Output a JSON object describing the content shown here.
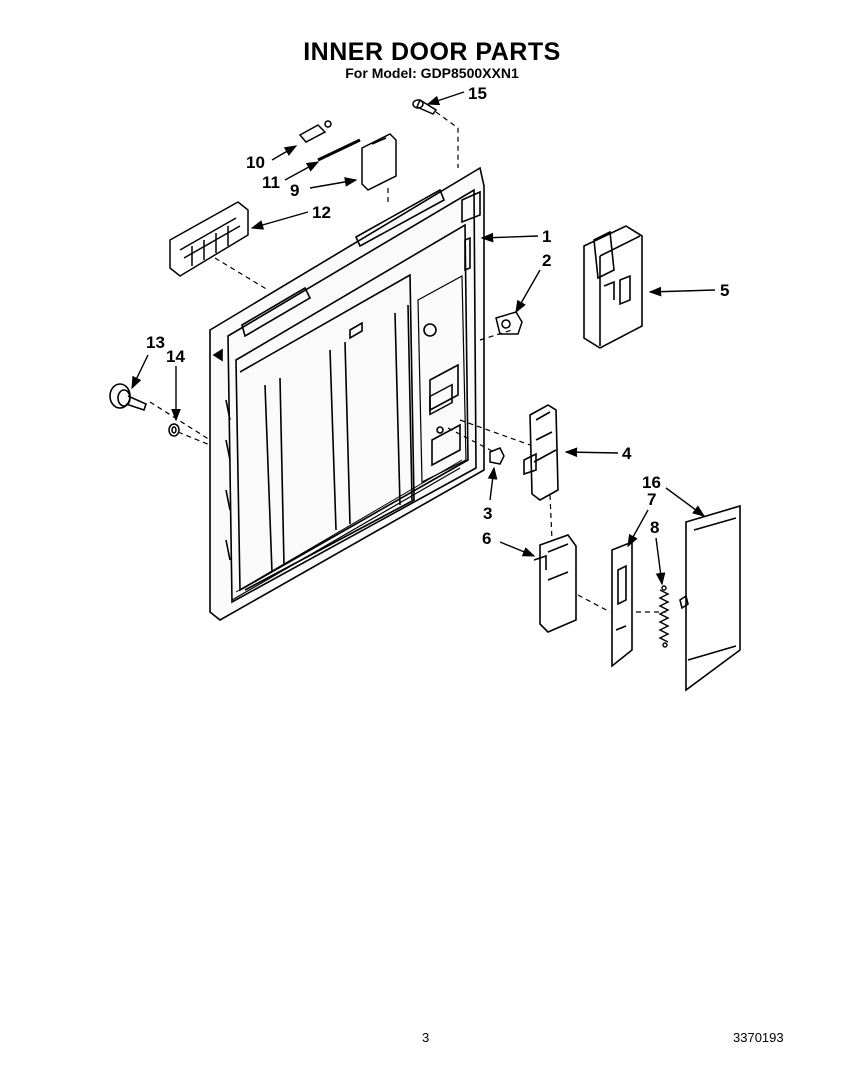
{
  "title": "INNER DOOR PARTS",
  "subtitle": "For Model: GDP8500XXN1",
  "page_number": "3",
  "document_number": "3370193",
  "callouts": [
    "1",
    "2",
    "3",
    "4",
    "5",
    "6",
    "7",
    "8",
    "9",
    "10",
    "11",
    "12",
    "13",
    "14",
    "15",
    "16"
  ]
}
